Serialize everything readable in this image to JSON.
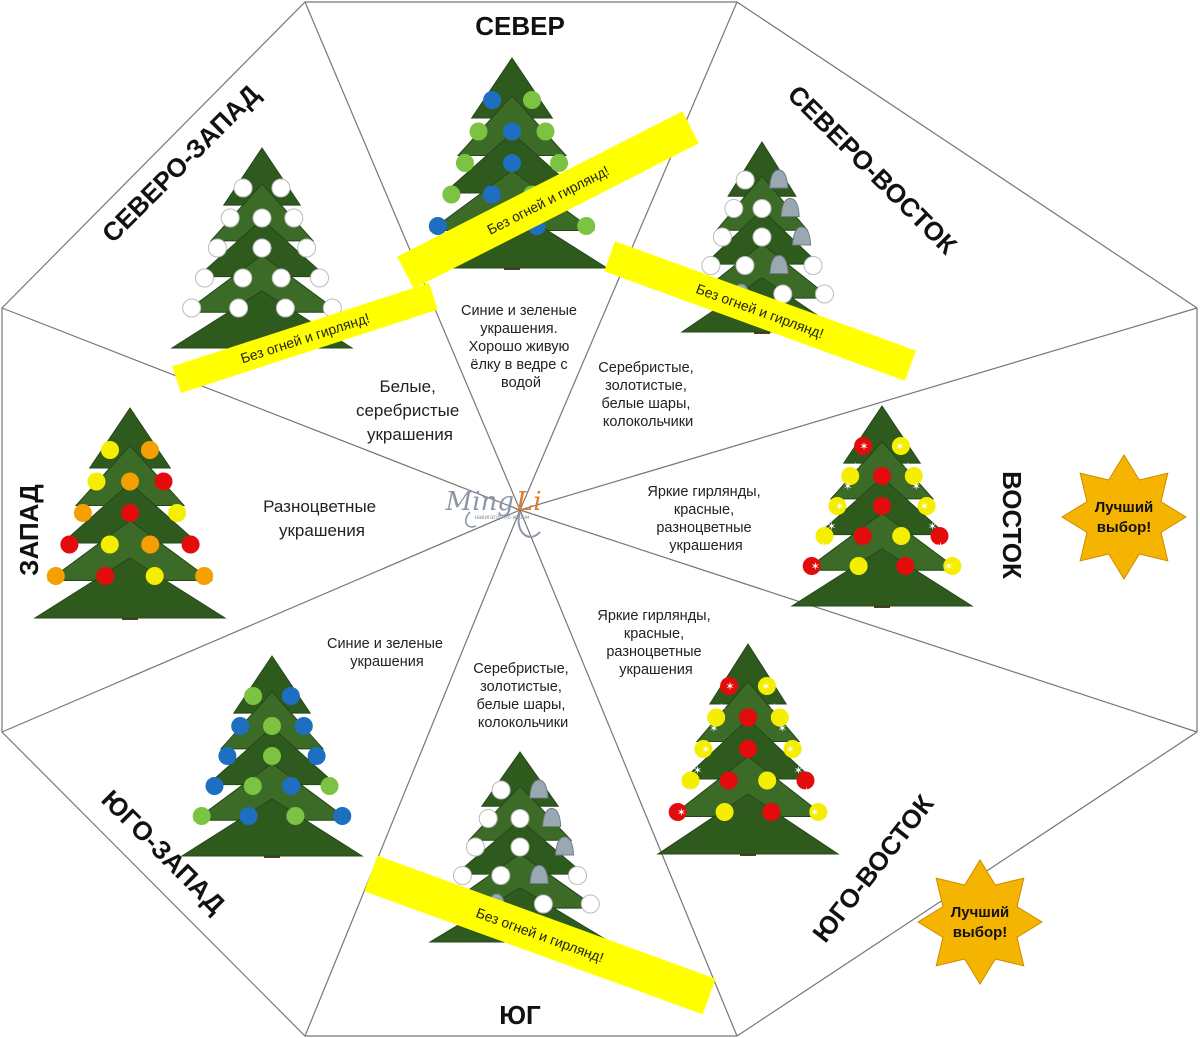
{
  "directions": {
    "north": "СЕВЕР",
    "northeast": "СЕВЕРО-ВОСТОК",
    "east": "ВОСТОК",
    "southeast": "ЮГО-ВОСТОК",
    "south": "ЮГ",
    "southwest": "ЮГО-ЗАПАД",
    "west": "ЗАПАД",
    "northwest": "СЕВЕРО-ЗАПАД"
  },
  "descriptions": {
    "north": [
      "Синие и зеленые",
      "украшения.",
      "Хорошо живую",
      "ёлку в ведре с",
      "водой"
    ],
    "northeast": [
      "Серебристые,",
      "золотистые,",
      "белые шары,",
      "колокольчики"
    ],
    "east": [
      "Яркие гирлянды,",
      "красные,",
      "разноцветные",
      "украшения"
    ],
    "southeast": [
      "Яркие гирлянды,",
      "красные,",
      "разноцветные",
      "украшения"
    ],
    "south": [
      "Серебристые,",
      "золотистые,",
      "белые шары,",
      "колокольчики"
    ],
    "southwest": [
      "Синие и зеленые",
      "украшения"
    ],
    "west": [
      "Разноцветные",
      "украшения"
    ],
    "northwest": [
      "Белые,",
      "серебристые",
      "украшения"
    ]
  },
  "no_lights_label": "Без огней и гирлянд!",
  "best_choice": [
    "Лучший",
    "выбор!"
  ],
  "logo": {
    "main": "Ming",
    "accent": "Li",
    "sub": "навигатор по жизни"
  },
  "colors": {
    "tree": "#2f5a1e",
    "band": "#ffff00",
    "star": "#f5b400",
    "blue": "#1e6fc1",
    "green": "#7cc243",
    "red": "#e30b0b",
    "yellow": "#f5ee00",
    "orange": "#f5a000",
    "white": "#ffffff",
    "bell": "#9aa8b2"
  }
}
